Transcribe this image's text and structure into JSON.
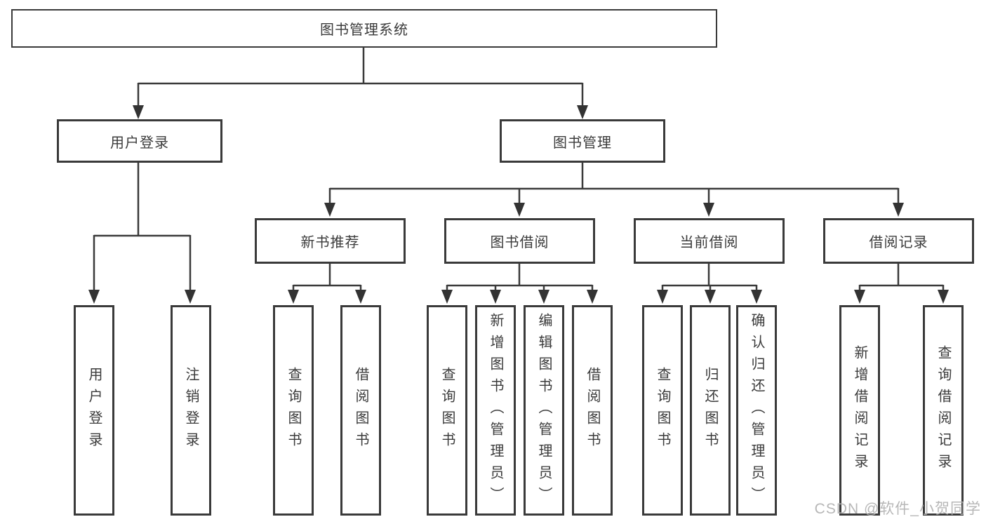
{
  "tree": {
    "label": "图书管理系统",
    "children": [
      {
        "label": "用户登录",
        "children": [
          {
            "label": "用户登录"
          },
          {
            "label": "注销登录"
          }
        ]
      },
      {
        "label": "图书管理",
        "children": [
          {
            "label": "新书推荐",
            "children": [
              {
                "label": "查询图书"
              },
              {
                "label": "借阅图书"
              }
            ]
          },
          {
            "label": "图书借阅",
            "children": [
              {
                "label": "查询图书"
              },
              {
                "label": "新增图书（管理员）"
              },
              {
                "label": "编辑图书（管理员）"
              },
              {
                "label": "借阅图书"
              }
            ]
          },
          {
            "label": "当前借阅",
            "children": [
              {
                "label": "查询图书"
              },
              {
                "label": "归还图书"
              },
              {
                "label": "确认归还（管理员）"
              }
            ]
          },
          {
            "label": "借阅记录",
            "children": [
              {
                "label": "新增借阅记录"
              },
              {
                "label": "查询借阅记录"
              }
            ]
          }
        ]
      }
    ]
  },
  "watermark": {
    "text": "CSDN @软件_小贺同学"
  },
  "colors": {
    "line": "#3a3a3a",
    "box_border": "#3a3a3a",
    "text": "#3b3b3b",
    "watermark": "#b1b1b1",
    "background": "#ffffff"
  }
}
